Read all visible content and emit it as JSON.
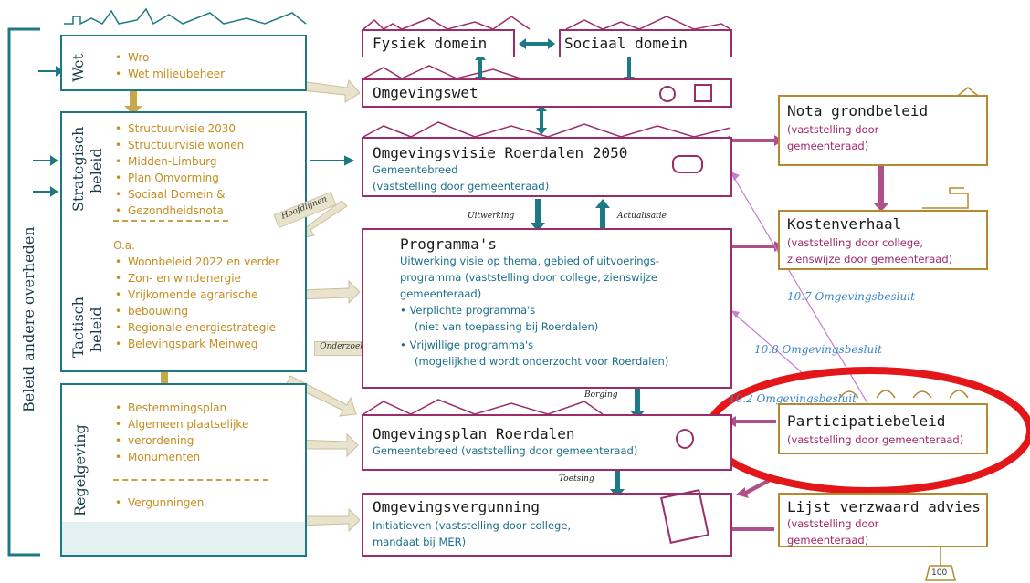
{
  "left_bar": {
    "label": "Beleid andere overheden"
  },
  "layers": {
    "wet": {
      "label": "Wet",
      "items": [
        "Wro",
        "Wet milieubeheer"
      ]
    },
    "strategisch": {
      "label_line1": "Strategisch",
      "label_line2": "beleid",
      "items": [
        "Structuurvisie 2030",
        "Structuurvisie wonen",
        "Midden-Limburg",
        "Plan Omvorming",
        "Sociaal Domein &",
        "Gezondheidsnota"
      ]
    },
    "tactisch": {
      "label_line1": "Tactisch",
      "label_line2": "beleid",
      "intro": "O.a.",
      "items": [
        "Woonbeleid 2022 en verder",
        "Zon- en windenergie",
        "Vrijkomende agrarische",
        "bebouwing",
        "Regionale energiestrategie",
        "Belevingspark Meinweg"
      ]
    },
    "regelgeving": {
      "label": "Regelgeving",
      "items": [
        "Bestemmingsplan",
        "Algemeen plaatselijke",
        "verordening",
        "Monumenten",
        "Vergunningen"
      ]
    }
  },
  "center": {
    "fysiek": "Fysiek domein",
    "sociaal": "Sociaal domein",
    "omgevingswet": "Omgevingswet",
    "visie": {
      "title": "Omgevingsvisie Roerdalen 2050",
      "line1": "Gemeentebreed",
      "line2": "(vaststelling door gemeenteraad)"
    },
    "uitwerking": "Uitwerking",
    "actualisatie": "Actualisatie",
    "programmas": {
      "title": "Programma's",
      "l1": "Uitwerking visie op thema, gebied of uitvoerings-",
      "l2": "programma (vaststelling door college, zienswijze",
      "l3": "gemeenteraad)",
      "b1a": "Verplichte programma's",
      "b1b": "(niet van toepassing bij Roerdalen)",
      "b2a": "Vrijwillige programma's",
      "b2b": "(mogelijkheid wordt onderzocht voor Roerdalen)"
    },
    "borging": "Borging",
    "omgevingsplan": {
      "title": "Omgevingsplan Roerdalen",
      "line1": "Gemeentebreed (vaststelling door gemeenteraad)"
    },
    "toetsing": "Toetsing",
    "vergunning": {
      "title": "Omgevingsvergunning",
      "line1": "Initiatieven (vaststelling door college,",
      "line2": "mandaat bij MER)"
    }
  },
  "tapes": {
    "hoofdlijnen": "Hoofdlijnen",
    "onderzoek": "Onderzoek"
  },
  "right": {
    "nota": {
      "title": "Nota grondbeleid",
      "line1": "(vaststelling door",
      "line2": "gemeenteraad)"
    },
    "kosten": {
      "title": "Kostenverhaal",
      "line1": "(vaststelling door college,",
      "line2": "zienswijze door gemeenteraad)"
    },
    "participatie": {
      "title": "Participatiebeleid",
      "line1": "(vaststelling door gemeenteraad)"
    },
    "lijst": {
      "title": "Lijst verzwaard advies",
      "line1": "(vaststelling door",
      "line2": "gemeenteraad)"
    },
    "weight": "100"
  },
  "annotations": {
    "a107": "10.7 Omgevingsbesluit",
    "a108": "10.8 Omgevingsbesluit",
    "a102": "10.2 Omgevingsbesluit"
  },
  "colors": {
    "teal": "#1c7a86",
    "magenta": "#9c2d6a",
    "ochre": "#c38d1f",
    "highlight": "#e3161a",
    "annotation": "#3a86c8"
  }
}
